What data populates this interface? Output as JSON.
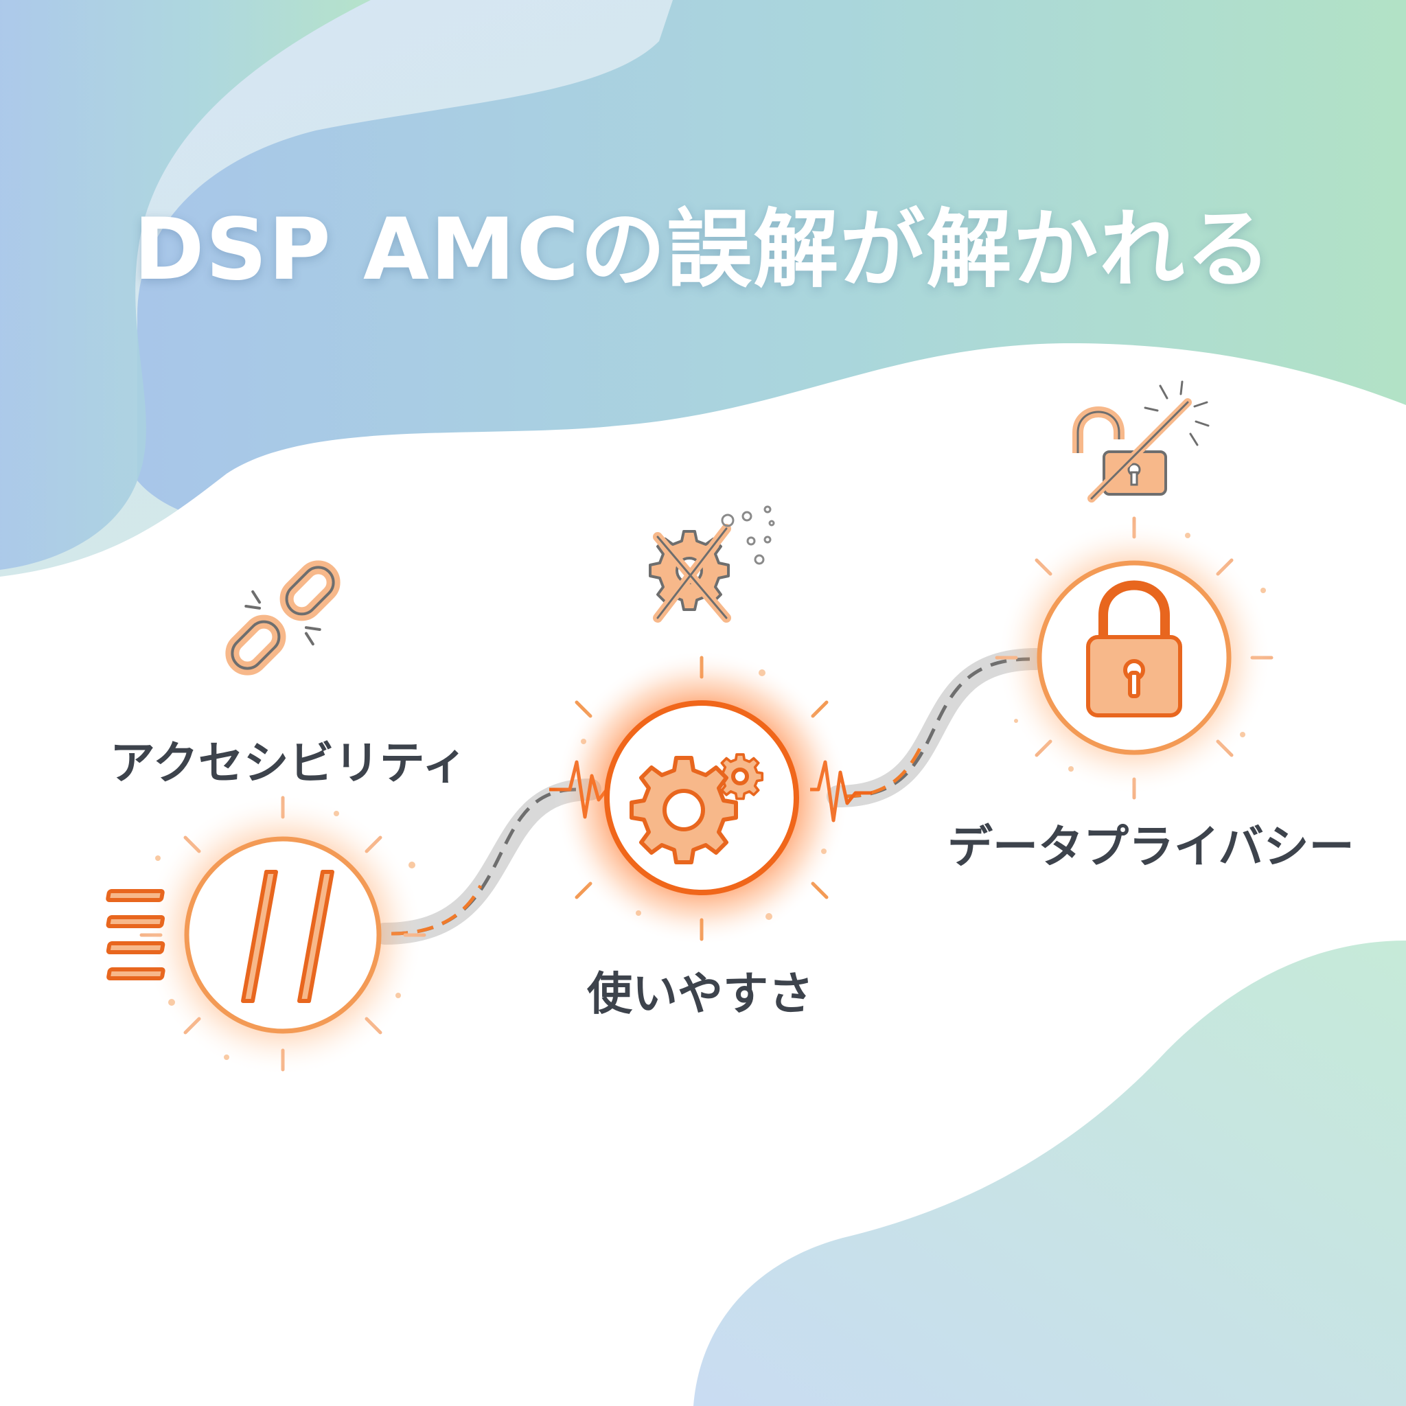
{
  "title": "DSP AMCの誤解が解かれる",
  "steps": [
    {
      "label": "アクセシビリティ",
      "icon": "ladder-icon",
      "misconception_icon": "broken-chain-icon"
    },
    {
      "label": "使いやすさ",
      "icon": "gears-icon",
      "misconception_icon": "crossed-gear-icon"
    },
    {
      "label": "データプライバシー",
      "icon": "padlock-icon",
      "misconception_icon": "broken-padlock-icon"
    }
  ],
  "colors": {
    "accent": "#f07a2a",
    "accent_light": "#f6ad78",
    "accent_fill": "#f7b88a",
    "path": "#d4d4d4",
    "dash": "#707070",
    "label_text": "#3d434c",
    "blob_blue": "#a9c8e8",
    "blob_green": "#b3e0c8"
  }
}
